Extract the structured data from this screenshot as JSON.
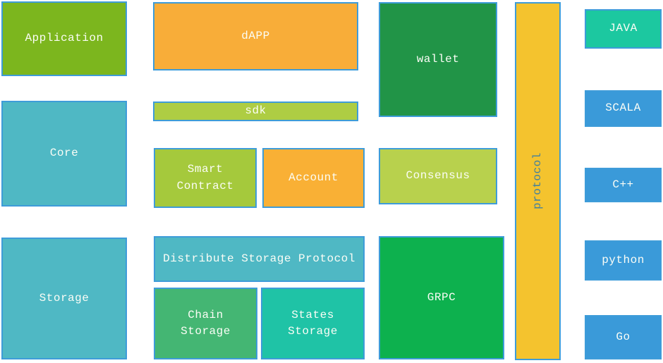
{
  "diagram": {
    "border_color": "#3e9cd9",
    "label_color": "#fbfdf6",
    "boxes": {
      "application": {
        "label": "Application",
        "bg": "#7cb61e"
      },
      "core": {
        "label": "Core",
        "bg": "#4fb8c4"
      },
      "storage": {
        "label": "Storage",
        "bg": "#4fb8c4"
      },
      "dapp": {
        "label": "dAPP",
        "bg": "#f8ad39"
      },
      "sdk": {
        "label": "sdk",
        "bg": "#aecd43"
      },
      "smart_contract": {
        "label": "Smart Contract",
        "bg": "#a5c93c"
      },
      "account": {
        "label": "Account",
        "bg": "#f9b035"
      },
      "consensus": {
        "label": "Consensus",
        "bg": "#b8d14d"
      },
      "wallet": {
        "label": "wallet",
        "bg": "#219447"
      },
      "distribute_storage_protocol": {
        "label": "Distribute Storage Protocol",
        "bg": "#4fb8c4"
      },
      "chain_storage": {
        "label": "Chain Storage",
        "bg": "#44b673"
      },
      "states_storage": {
        "label": "States Storage",
        "bg": "#1fc3a6"
      },
      "grpc": {
        "label": "GRPC",
        "bg": "#0db14e"
      },
      "protocol": {
        "label": "protocol",
        "bg": "#f4c32e",
        "text_color": "#41809f"
      },
      "java": {
        "label": "JAVA",
        "bg": "#1cc8a0"
      },
      "scala": {
        "label": "SCALA",
        "bg": "#3a9ad9"
      },
      "cpp": {
        "label": "C++",
        "bg": "#3a9ad9"
      },
      "python": {
        "label": "python",
        "bg": "#3a9ad9"
      },
      "go": {
        "label": "Go",
        "bg": "#3a9ad9"
      }
    }
  }
}
